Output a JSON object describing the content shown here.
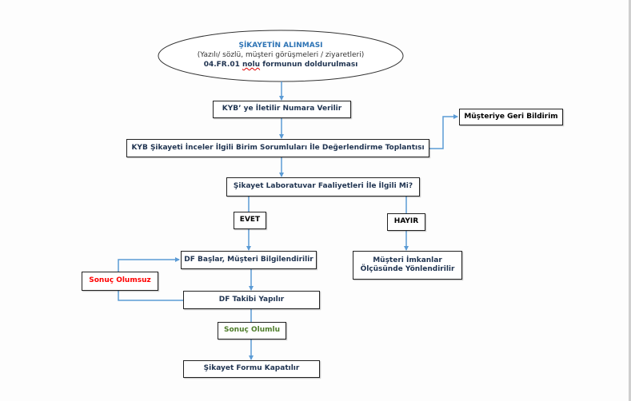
{
  "colors": {
    "connector": "#5b9bd5",
    "text_navy": "#1f3350",
    "title_blue": "#2e74b5",
    "negative": "#ff0000",
    "positive": "#4e7d2a"
  },
  "start": {
    "title": "ŞİKAYETİN ALINMASI",
    "subtitle": "(Yazılı/ sözlü, müşteri görüşmeleri / ziyaretleri)",
    "form_prefix": "04.FR.01 ",
    "form_misspelled": "nolu",
    "form_suffix": " formunun doldurulması"
  },
  "steps": {
    "forward": "KYB’ ye İletilir Numara Verilir",
    "review": "KYB Şikayeti İnceler İlgili Birim Sorumluları İle Değerlendirme Toplantısı",
    "feedback": "Müşteriye Geri Bildirim",
    "decision": "Şikayet Laboratuvar Faaliyetleri İle İlgili Mi?",
    "yes": "EVET",
    "no": "HAYIR",
    "df_start": "DF Başlar, Müşteri Bilgilendirilir",
    "df_follow": "DF Takibi Yapılır",
    "negative_result": "Sonuç Olumsuz",
    "positive_result": "Sonuç Olumlu",
    "close_form": "Şikayet Formu Kapatılır",
    "redirect_line1": "Müşteri İmkanlar",
    "redirect_line2": "Ölçüsünde Yönlendirilir"
  }
}
